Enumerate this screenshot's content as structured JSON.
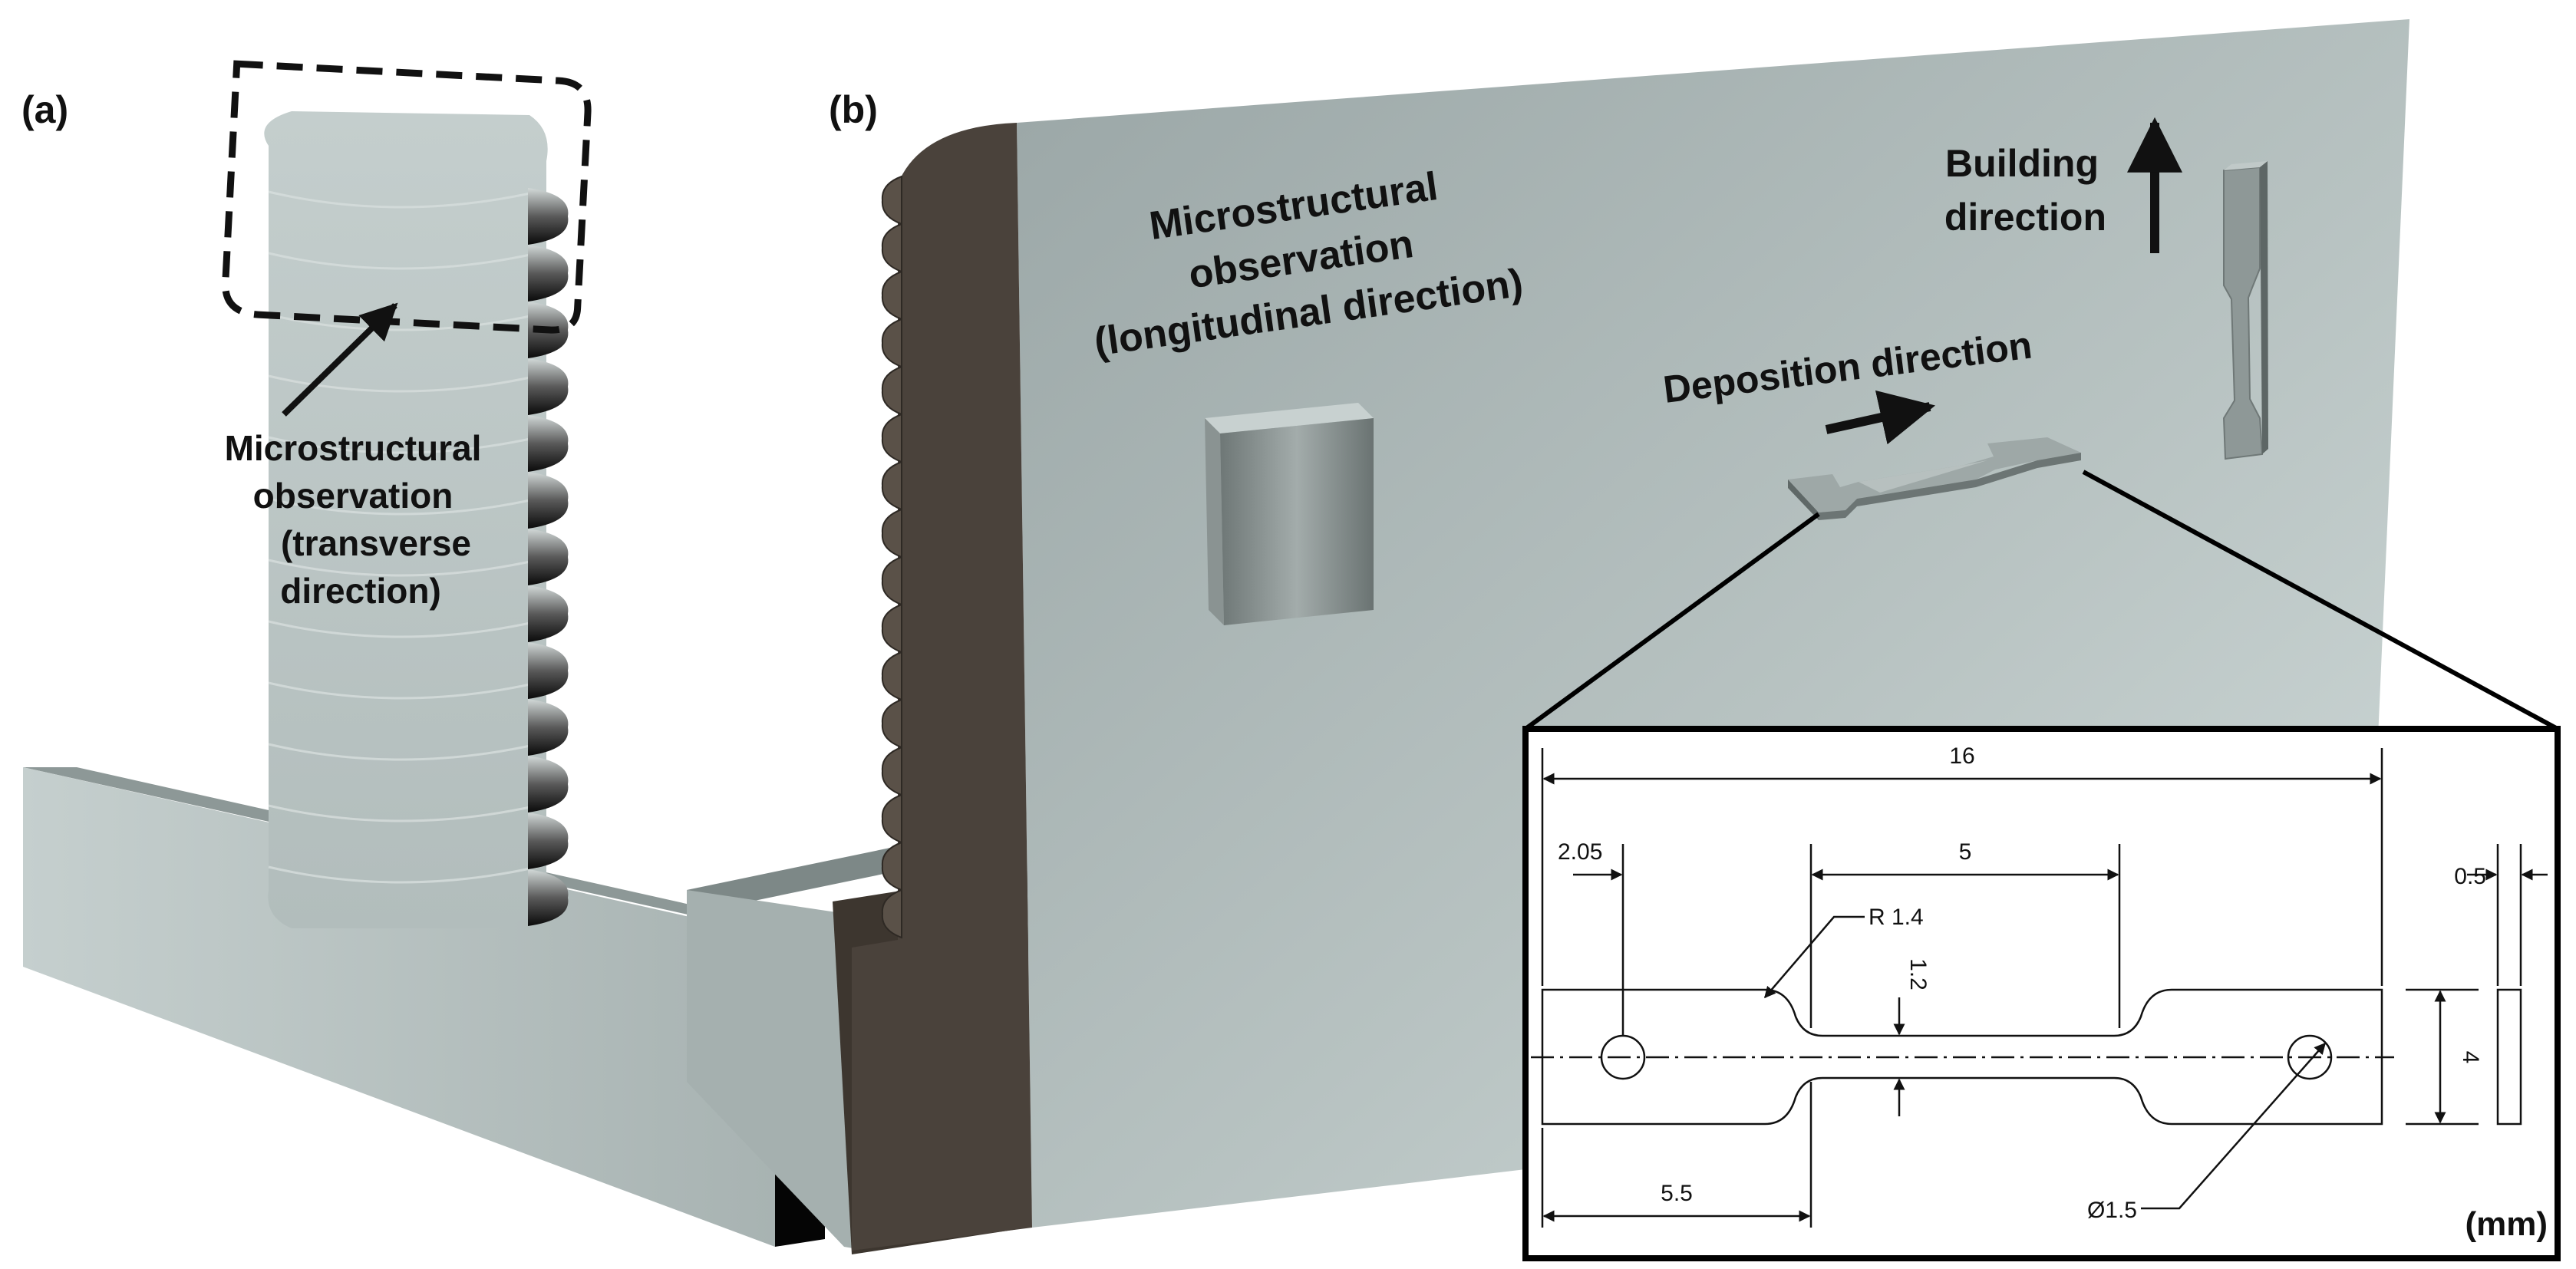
{
  "panel_a": {
    "label": "(a)",
    "callout": [
      "Microstructural",
      "observation",
      "(transverse",
      "direction)"
    ]
  },
  "panel_b": {
    "label": "(b)",
    "micro_label": [
      "Microstructural",
      "observation",
      "(longitudinal direction)"
    ],
    "building_label": [
      "Building",
      "direction"
    ],
    "deposition_label": "Deposition direction"
  },
  "inset": {
    "unit": "(mm)",
    "dims": {
      "overall_length": "16",
      "hole_offset": "2.05",
      "gauge_length": "5",
      "thickness": "0.5",
      "fillet_radius": "R 1.4",
      "gauge_width": "1.2",
      "width": "4",
      "grip_length": "5.5",
      "hole_diameter": "Ø1.5"
    }
  },
  "colors": {
    "plate_light": "#c9d3d2",
    "plate_mid": "#a9b4b3",
    "dark_edge": "#4a423b",
    "black": "#000000"
  }
}
